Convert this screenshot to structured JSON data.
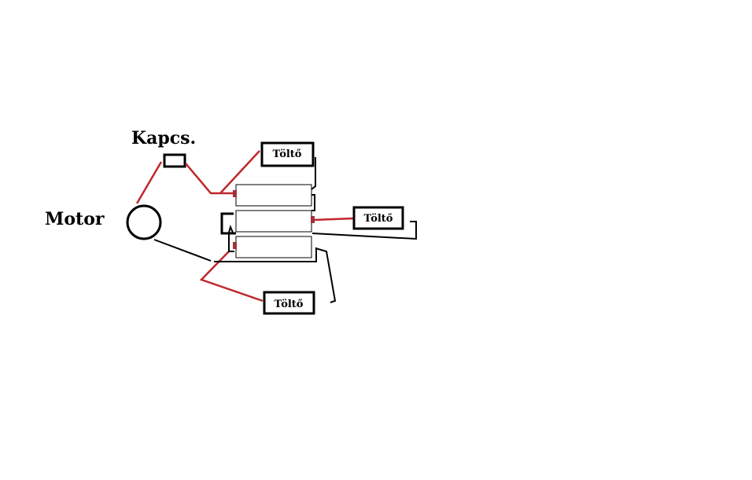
{
  "labels": {
    "motor": "Motor",
    "switch": "Kapcs.",
    "charger_top": "Töltő",
    "charger_right": "Töltő",
    "charger_bottom": "Töltő"
  },
  "colors": {
    "wire_positive": "#c0272d",
    "wire_negative": "#000000",
    "terminal": "#a0323a",
    "background": "#ffffff"
  }
}
